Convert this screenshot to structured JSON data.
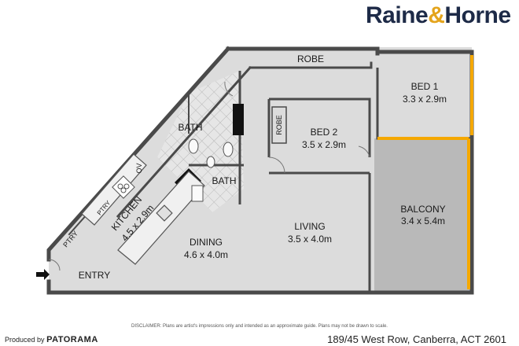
{
  "brand": {
    "name_part1": "Raine",
    "amp": "&",
    "name_part2": "Horne"
  },
  "rooms": {
    "robe_top": "ROBE",
    "bed1": {
      "name": "BED 1",
      "dims": "3.3 x 2.9m"
    },
    "robe_bed2": "ROBE",
    "bath1": "BATH",
    "bed2": {
      "name": "BED 2",
      "dims": "3.5 x 2.9m"
    },
    "ov": "OV",
    "bath2": "BATH",
    "kitchen": {
      "name": "KITCHEN",
      "dims": "4.5 x 2.9m"
    },
    "ptry_small": "PTRY",
    "ptry": "PTRY",
    "balcony": {
      "name": "BALCONY",
      "dims": "3.4 x 5.4m"
    },
    "living": {
      "name": "LIVING",
      "dims": "3.5 x 4.0m"
    },
    "dining": {
      "name": "DINING",
      "dims": "4.6 x 4.0m"
    },
    "entry": "ENTRY"
  },
  "footer": {
    "disclaimer": "DISCLAIMER: Plans are artist's impressions only and intended as an approximate guide. Plans may not be drawn to scale.",
    "produced_by": "Produced by",
    "producer": "PATORAMA",
    "address": "189/45 West Row, Canberra, ACT 2601"
  },
  "colors": {
    "wall": "#4a4a4a",
    "floor": "#dcdcdc",
    "balcony": "#b9b9b9",
    "accent": "#f5a800",
    "brand": "#1d2a47"
  }
}
